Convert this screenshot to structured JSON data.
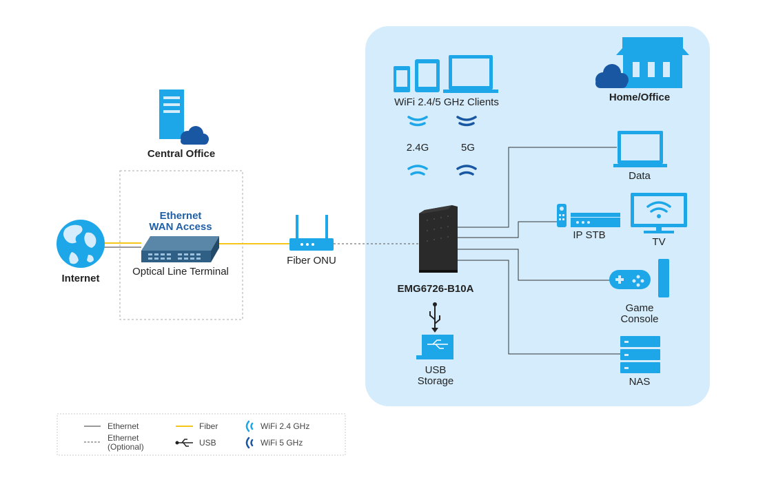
{
  "colors": {
    "region_bg": "#d4ecfb",
    "device_cyan": "#1ea7e8",
    "device_dark_blue": "#1a57a3",
    "fiber": "#f5c518",
    "ethernet": "#333333",
    "olt_blue": "#2f5f85"
  },
  "nodes": {
    "central_office": "Central Office",
    "internet": "Internet",
    "olt_title_line1": "Ethernet",
    "olt_title_line2": "WAN Access",
    "olt": "Optical Line Terminal",
    "fiber_onu": "Fiber ONU",
    "router": "EMG6726-B10A",
    "usb_line1": "USB",
    "usb_line2": "Storage",
    "wifi_clients": "WiFi 2.4/5 GHz Clients",
    "band_24": "2.4G",
    "band_5": "5G",
    "home_office": "Home/Office",
    "data": "Data",
    "ip_stb": "IP STB",
    "tv": "TV",
    "game_line1": "Game",
    "game_line2": "Console",
    "nas": "NAS"
  },
  "legend": {
    "ethernet": "Ethernet",
    "ethernet_optional_line1": "Ethernet",
    "ethernet_optional_line2": "(Optional)",
    "fiber": "Fiber",
    "usb": "USB",
    "wifi24": "WiFi 2.4 GHz",
    "wifi5": "WiFi 5 GHz"
  }
}
